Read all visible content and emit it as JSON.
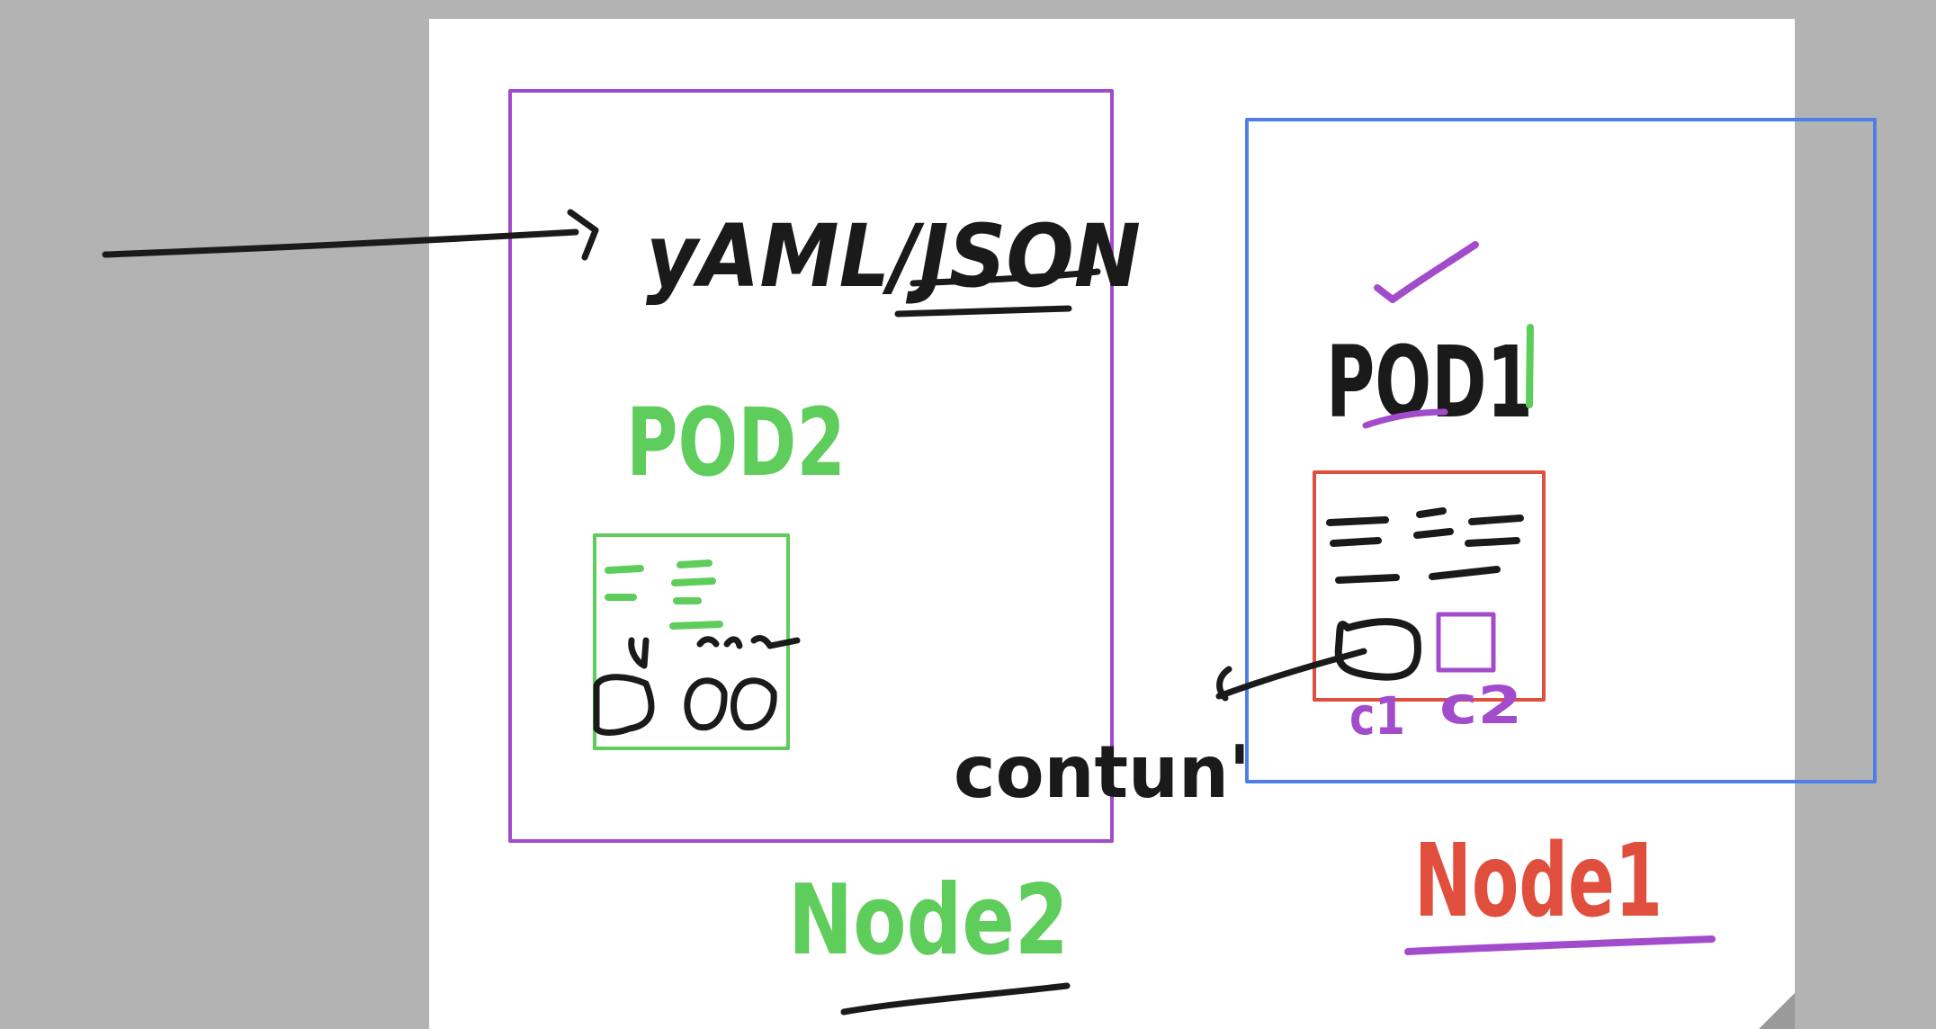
{
  "canvas": {
    "background": "#b3b3b3",
    "page_color": "#ffffff"
  },
  "colors": {
    "ink_black": "#1a1a1a",
    "purple": "#a24ccc",
    "green": "#5fcd5b",
    "blue": "#4f7fe6",
    "red": "#e04f3d"
  },
  "labels": {
    "yaml_json": "yAML/JSON",
    "pod2": "POD2",
    "pod1": "POD1",
    "container": "contun'",
    "c1": "c1",
    "c2": "c2",
    "node2": "Node2",
    "node1": "Node1"
  }
}
